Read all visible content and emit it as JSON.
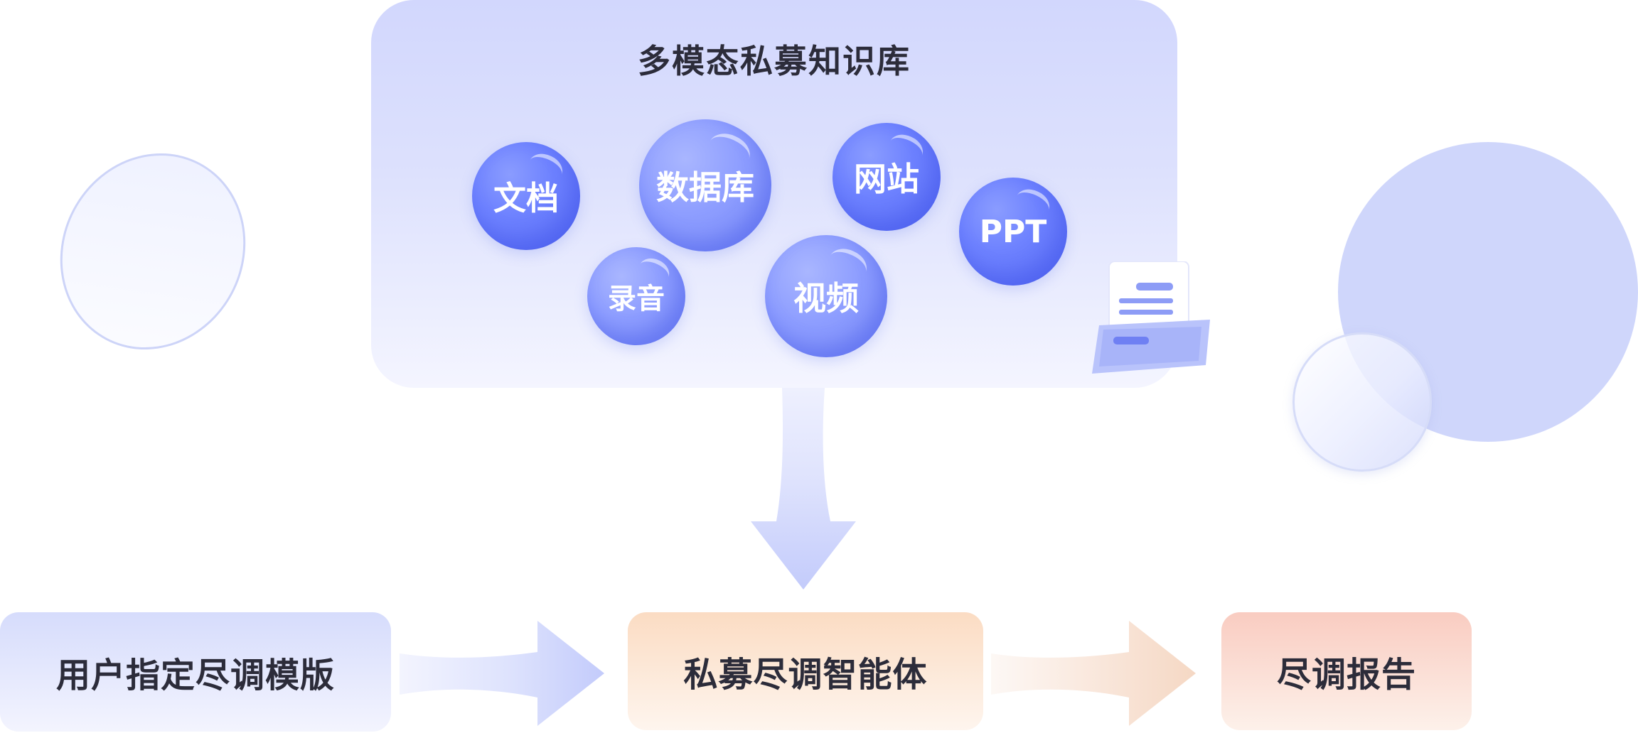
{
  "knowledge_base": {
    "title": "多模态私募知识库",
    "sources": {
      "documents": "文档",
      "database": "数据库",
      "website": "网站",
      "ppt": "PPT",
      "recording": "录音",
      "video": "视频"
    }
  },
  "flow": {
    "template": "用户指定尽调模版",
    "agent": "私募尽调智能体",
    "report": "尽调报告"
  },
  "colors": {
    "bubble_dark": "#5e72f8",
    "bubble_light": "#8d9dff",
    "panel": "#d6dbfd",
    "agent_box": "#fbdcc3",
    "report_box": "#f9ccc1",
    "text": "#2c2c3a"
  },
  "icons": [
    "printer-icon",
    "down-arrow-icon",
    "right-arrow-icon"
  ]
}
